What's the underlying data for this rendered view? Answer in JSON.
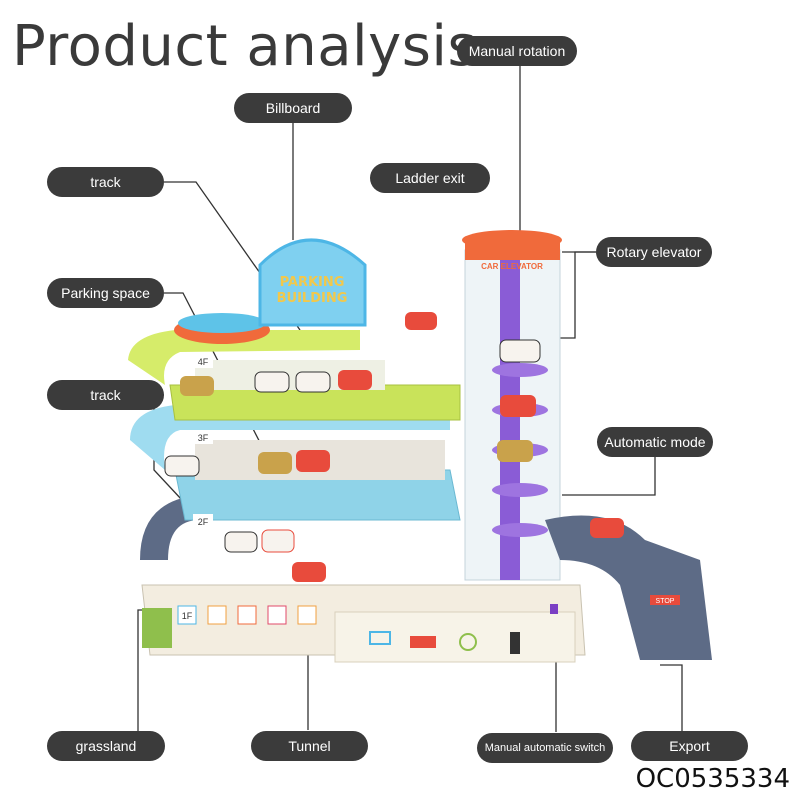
{
  "title": "Product analysis",
  "labels": {
    "manual_rotation": "Manual rotation",
    "billboard": "Billboard",
    "track_top": "track",
    "ladder_exit": "Ladder exit",
    "rotary_elevator": "Rotary elevator",
    "parking_space": "Parking space",
    "track_middle": "track",
    "automatic_mode": "Automatic mode",
    "grassland": "grassland",
    "tunnel": "Tunnel",
    "manual_automatic_switch": "Manual automatic switch",
    "export": "Export"
  },
  "product_code": "OC0535334",
  "signs": {
    "billboard_line1": "PARKING",
    "billboard_line2": "BUILDING",
    "elevator": "CAR ELEVATOR",
    "stop": "STOP",
    "floor_4": "4F",
    "floor_3": "3F",
    "floor_2": "2F",
    "floor_1": "1F"
  },
  "colors": {
    "pill": "#3b3b3b",
    "level_green": "#c9e35a",
    "level_blue": "#8fd3e8",
    "level_navy": "#5d6b86",
    "elevator_purple": "#8a5cd6",
    "helipad_orange": "#f06a3b",
    "base_cream": "#f3ede0"
  }
}
